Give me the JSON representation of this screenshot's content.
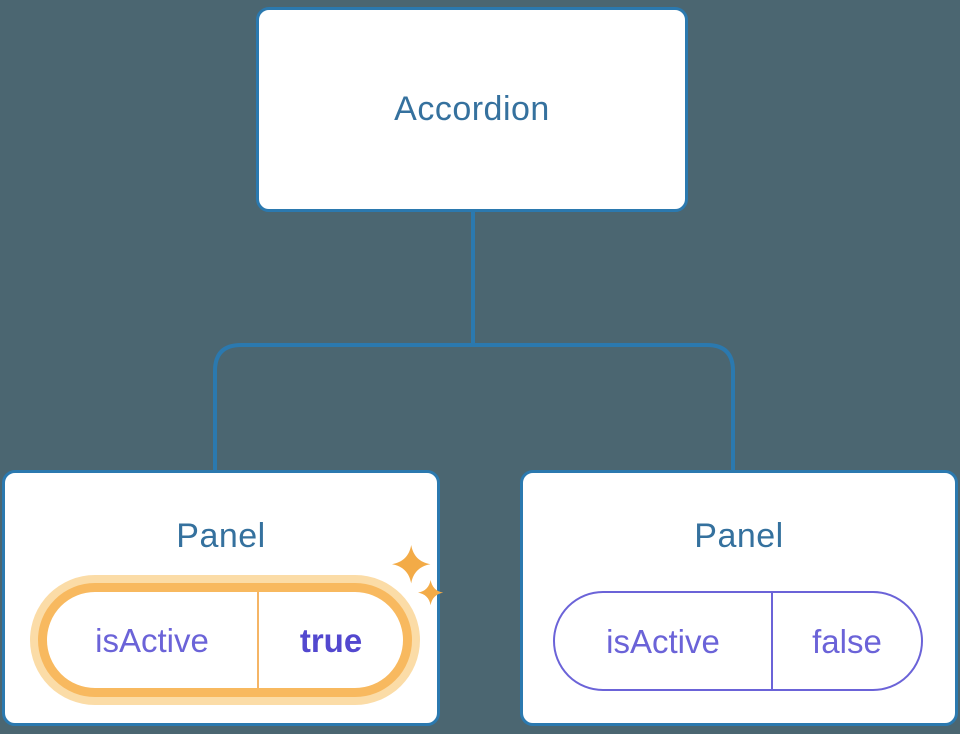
{
  "tree": {
    "root": {
      "label": "Accordion"
    },
    "children": [
      {
        "label": "Panel",
        "state": {
          "key": "isActive",
          "value": "true"
        },
        "highlighted": true,
        "icon": "sparkles-icon"
      },
      {
        "label": "Panel",
        "state": {
          "key": "isActive",
          "value": "false"
        },
        "highlighted": false
      }
    ]
  },
  "colors": {
    "background": "#4B6671",
    "connector_line": "#2B79AF",
    "node_border": "#2B79AF",
    "node_fill": "#FFFFFF",
    "node_text": "#35719E",
    "state_text": "#6B63D8",
    "state_value_active_text": "#5348CF",
    "highlight_border": "#F8B95F",
    "highlight_halo": "#FBDCA7",
    "sparkle": "#F3AB47"
  },
  "icons": {
    "sparkles_icon": "two four-pointed sparkle stars"
  }
}
